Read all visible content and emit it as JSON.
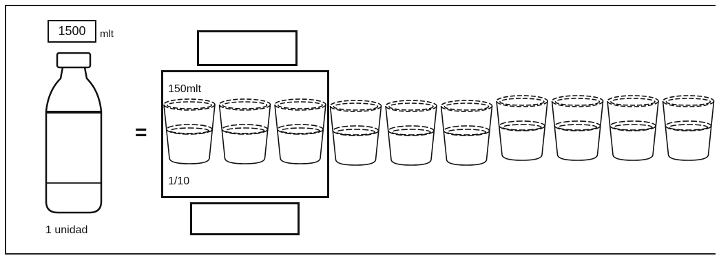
{
  "bottle": {
    "volume": "1500",
    "unit": "mlt",
    "label": "1 unidad"
  },
  "equals_sign": "=",
  "glass": {
    "volume_label": "150mlt",
    "fraction_label": "1/10",
    "count": 10,
    "highlighted_count": 3
  },
  "answer_boxes": {
    "top_value": "",
    "bottom_value": ""
  }
}
